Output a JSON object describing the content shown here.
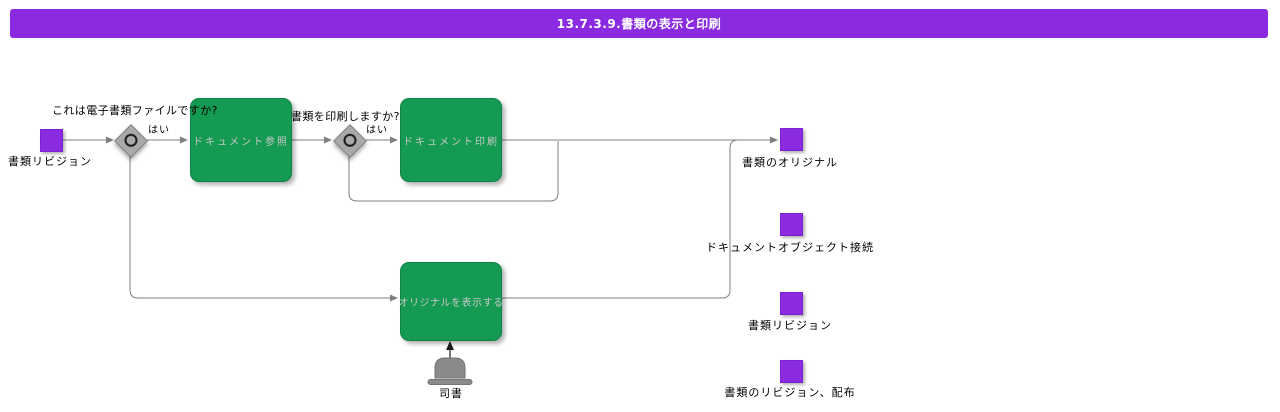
{
  "header": {
    "title": "13.7.3.9.書類の表示と印刷"
  },
  "diagram": {
    "start_object": {
      "label": "書類リビジョン"
    },
    "decision_is_electronic": {
      "question": "これは電子書類ファイルですか?",
      "yes_label": "はい"
    },
    "activity_view_document": {
      "label": "ドキュメント参照"
    },
    "decision_print": {
      "question": "書類を印刷しますか?",
      "yes_label": "はい"
    },
    "activity_print_document": {
      "label": "ドキュメント印刷"
    },
    "activity_display_original": {
      "label": "オリジナルを表示する"
    },
    "actor": {
      "label": "司書"
    },
    "outputs": [
      {
        "label": "書類のオリジナル"
      },
      {
        "label": "ドキュメントオブジェクト接続"
      },
      {
        "label": "書類リビジョン"
      },
      {
        "label": "書類のリビジョン、配布"
      }
    ]
  },
  "colors": {
    "header_purple": "#8A2BE2",
    "object_purple": "#8A2BE2",
    "activity_green": "#149A52",
    "connector_gray": "#7F7F7F",
    "diamond_gray": "#A9A9A9"
  }
}
